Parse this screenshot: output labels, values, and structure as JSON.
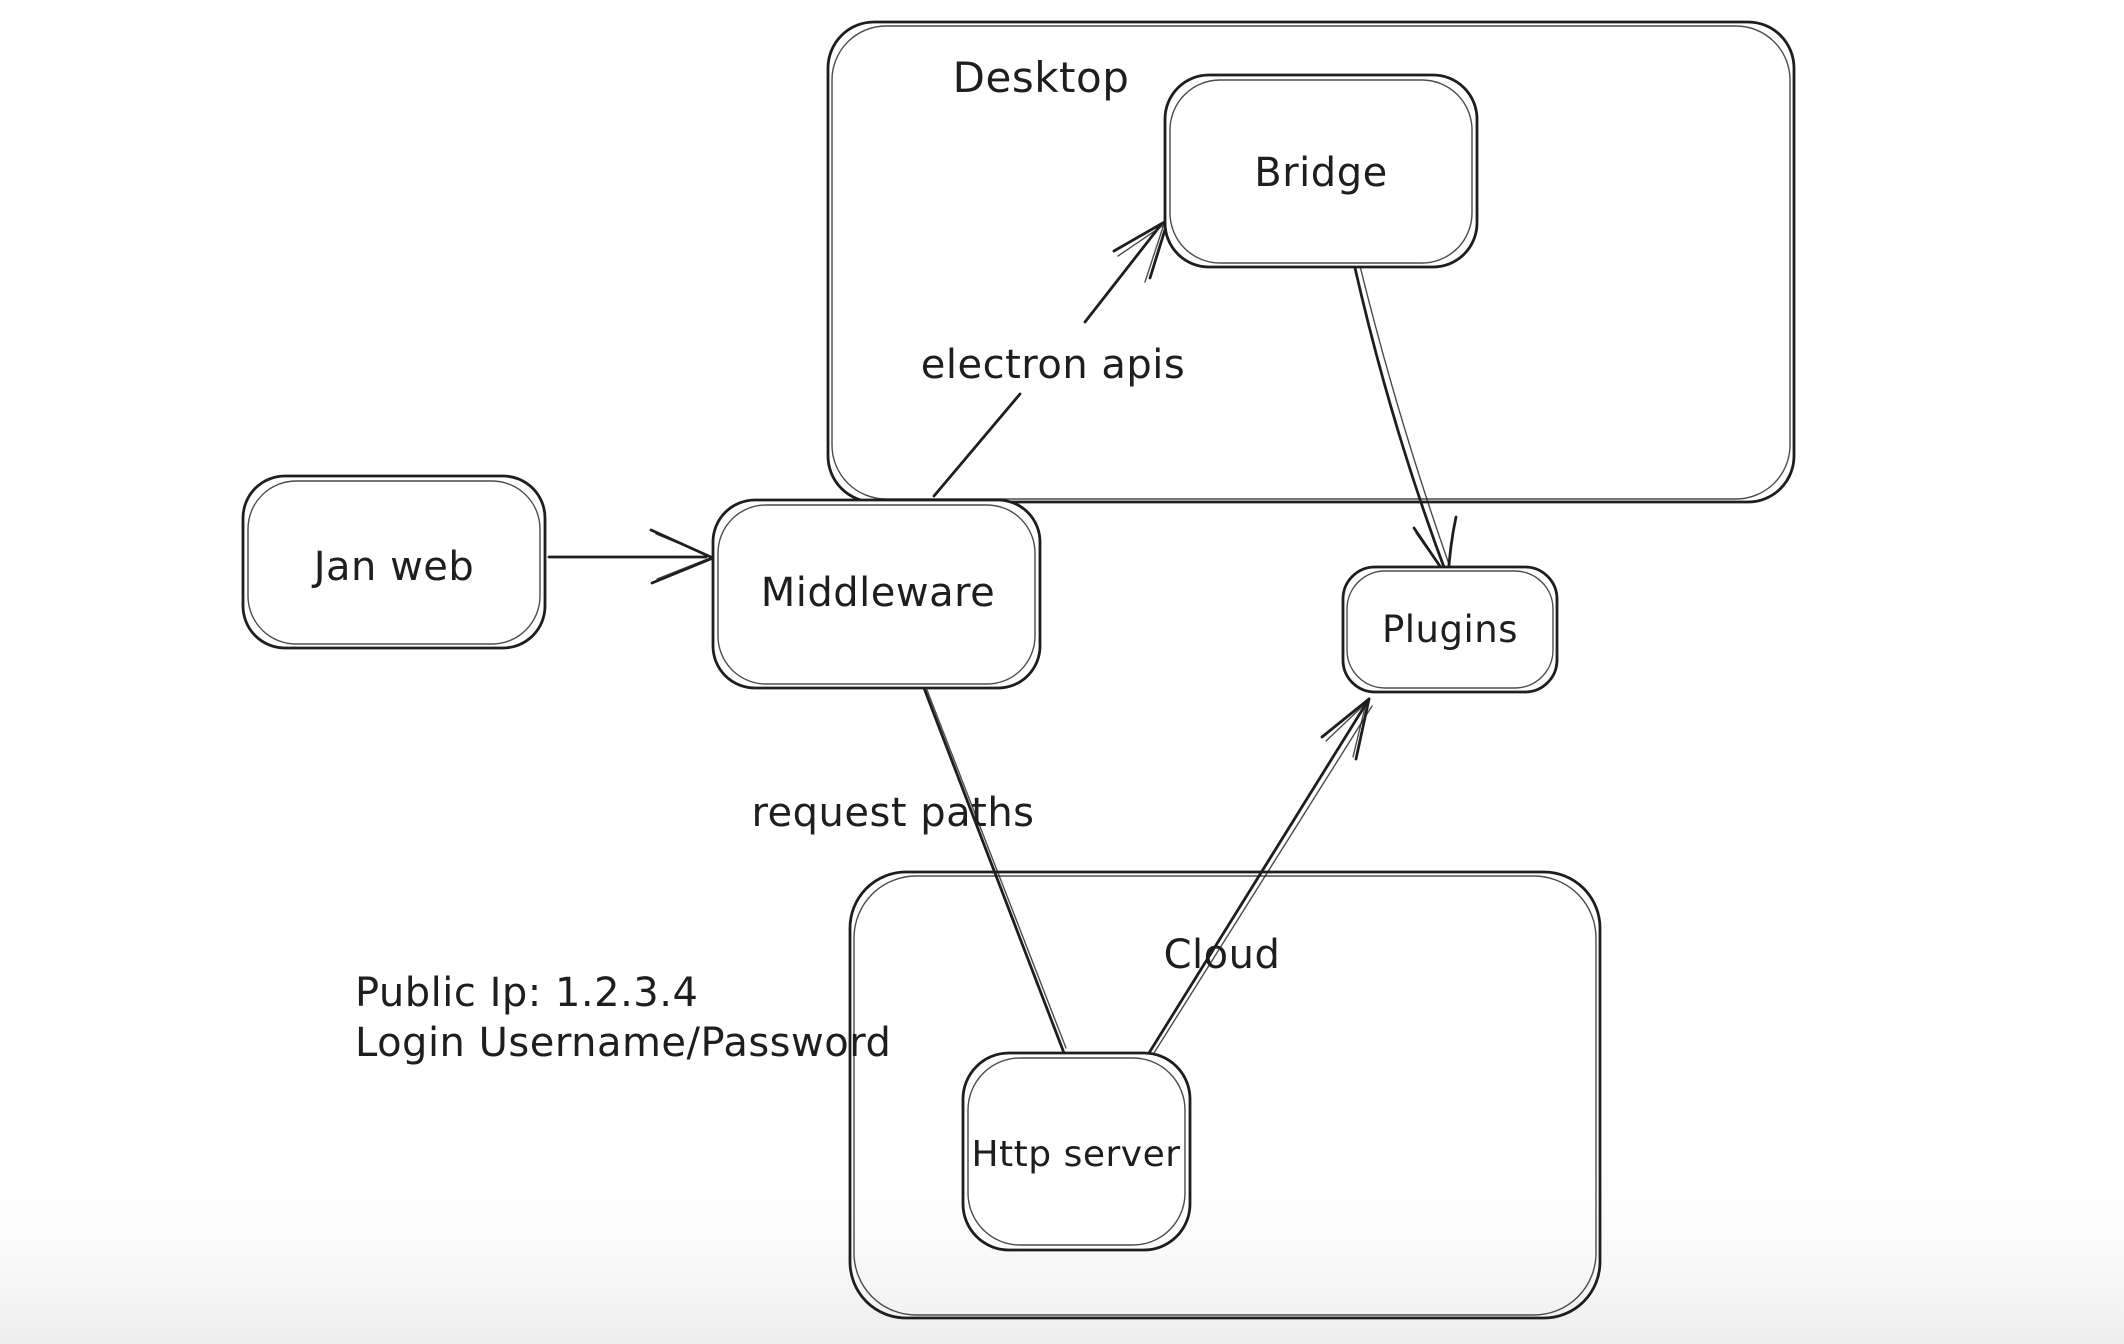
{
  "colors": {
    "stroke": "#1e1e1e",
    "background": "#ffffff",
    "footer_fade": "#ededee"
  },
  "containers": [
    {
      "id": "desktop",
      "label": "Desktop"
    },
    {
      "id": "cloud",
      "label": "Cloud"
    }
  ],
  "nodes": [
    {
      "id": "jan-web",
      "label": "Jan web"
    },
    {
      "id": "middleware",
      "label": "Middleware"
    },
    {
      "id": "bridge",
      "label": "Bridge"
    },
    {
      "id": "plugins",
      "label": "Plugins"
    },
    {
      "id": "http-server",
      "label": "Http server"
    }
  ],
  "edges": [
    {
      "id": "jan-web-to-middleware",
      "from": "Jan web",
      "to": "Middleware",
      "label": ""
    },
    {
      "id": "middleware-to-bridge",
      "from": "Middleware",
      "to": "Bridge",
      "label": "electron apis"
    },
    {
      "id": "bridge-to-plugins",
      "from": "Bridge",
      "to": "Plugins",
      "label": ""
    },
    {
      "id": "middleware-to-http-server",
      "from": "Middleware",
      "to": "Http server",
      "label": "request paths"
    },
    {
      "id": "http-server-to-plugins",
      "from": "Http server",
      "to": "Plugins",
      "label": ""
    }
  ],
  "annotations": [
    {
      "id": "public-ip",
      "text": "Public Ip: 1.2.3.4"
    },
    {
      "id": "login",
      "text": "Login Username/Password"
    }
  ]
}
